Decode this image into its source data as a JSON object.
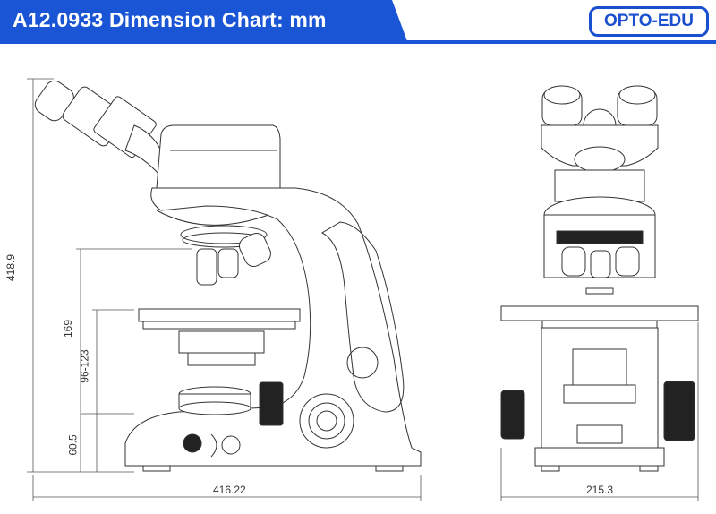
{
  "header": {
    "title": "A12.0933 Dimension Chart: mm",
    "brand": "OPTO-EDU",
    "accent_color": "#1a55d6"
  },
  "dimensions": {
    "total_height": "418.9",
    "stage_height": "169",
    "stage_travel": "96-123",
    "base_height": "60.5",
    "side_width": "416.22",
    "front_width": "215.3"
  }
}
